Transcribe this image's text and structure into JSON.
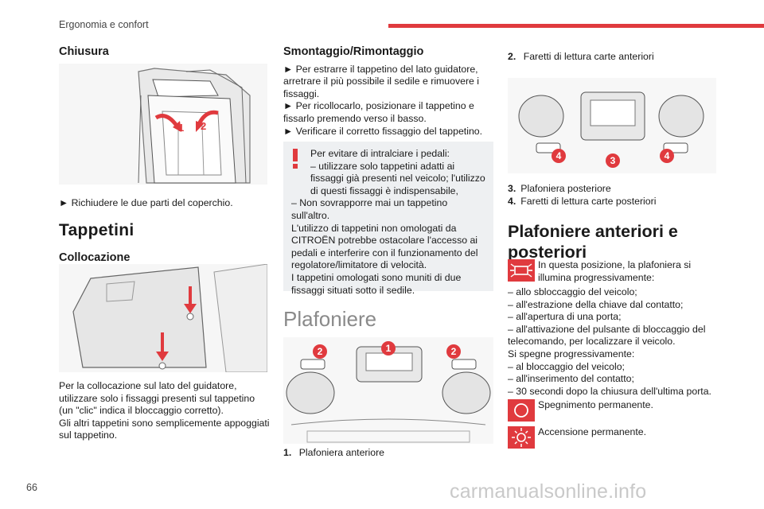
{
  "header": {
    "section": "Ergonomia e confort"
  },
  "page_number": "66",
  "watermark": "carmanualsonline.info",
  "col1": {
    "h_chiusura": "Chiusura",
    "callout_1": "1",
    "callout_2": "2",
    "step_close": "► Richiudere le due parti del coperchio.",
    "h_tappetini": "Tappetini",
    "h_collocazione": "Collocazione",
    "text_collocazione": "Per la collocazione sul lato del guidatore, utilizzare solo i fissaggi presenti sul tappetino (un \"clic\" indica il bloccaggio corretto).",
    "text_altri": "Gli altri tappetini sono semplicemente appoggiati sul tappetino."
  },
  "col2": {
    "h_smontaggio": "Smontaggio/Rimontaggio",
    "steps": [
      "► Per estrarre il tappetino del lato guidatore, arretrare il più possibile il sedile e rimuovere i fissaggi.",
      "► Per ricollocarlo, posizionare il tappetino e fissarlo premendo verso il basso.",
      "► Verificare il corretto fissaggio del tappetino."
    ],
    "warning": [
      "Per evitare di intralciare i pedali:",
      "– utilizzare solo tappetini adatti ai fissaggi già presenti nel veicolo; l'utilizzo di questi fissaggi è indispensabile,",
      "– Non sovrapporre mai un tappetino sull'altro.",
      "L'utilizzo di tappetini non omologati da CITROËN potrebbe ostacolare l'accesso ai pedali e interferire con il funzionamento del regolatore/limitatore di velocità.",
      "I tappetini omologati sono muniti di due fissaggi situati sotto il sedile."
    ],
    "h_plafoniere": "Plafoniere",
    "fig_callouts": [
      "2",
      "1",
      "2"
    ],
    "cap_num": "1.",
    "cap_text": "Plafoniera anteriore"
  },
  "col3": {
    "cap2_num": "2.",
    "cap2_text": "Faretti di lettura carte anteriori",
    "fig_callouts": [
      "4",
      "3",
      "4"
    ],
    "cap3_num": "3.",
    "cap3_text": "Plafoniera posteriore",
    "cap4_num": "4.",
    "cap4_text": "Faretti di lettura carte posteriori",
    "h_plaf_ant_post": "Plafoniere anteriori e posteriori",
    "intro": "In questa posizione, la plafoniera si illumina progressivamente:",
    "on_list": [
      "– allo sbloccaggio del veicolo;",
      "– all'estrazione della chiave dal contatto;",
      "– all'apertura di una porta;",
      "– all'attivazione del pulsante di bloccaggio del telecomando, per localizzare il veicolo."
    ],
    "off_title": "Si spegne progressivamente:",
    "off_list": [
      "– al bloccaggio del veicolo;",
      "– all'inserimento del contatto;",
      "– 30 secondi dopo la chiusura dell'ultima porta."
    ],
    "perm_off": "Spegnimento permanente.",
    "perm_on": "Accensione permanente."
  },
  "colors": {
    "accent": "#e03a3e",
    "warn_bg": "#eef0f2"
  }
}
